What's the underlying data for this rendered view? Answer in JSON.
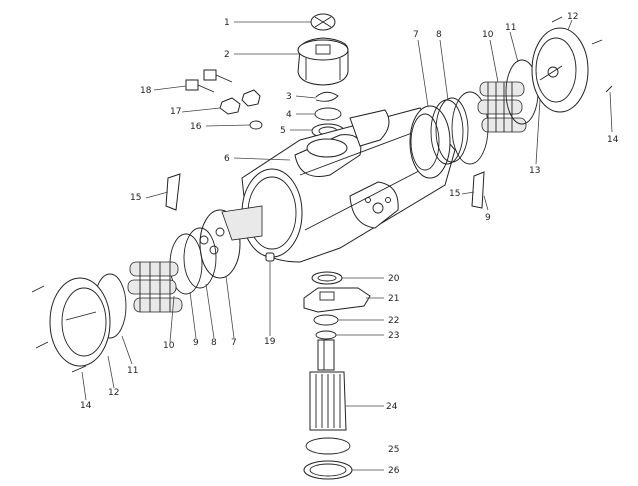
{
  "labels": {
    "l1": "1",
    "l2": "2",
    "l3": "3",
    "l4": "4",
    "l5": "5",
    "l6": "6",
    "l7a": "7",
    "l8a": "8",
    "l10a": "10",
    "l11a": "11",
    "l12a": "12",
    "l14a": "14",
    "l13": "13",
    "l15a": "15",
    "l9a": "9",
    "l15b": "15",
    "l16": "16",
    "l17": "17",
    "l18": "18",
    "l10b": "10",
    "l9b": "9",
    "l8b": "8",
    "l7b": "7",
    "l19": "19",
    "l11b": "11",
    "l12b": "12",
    "l14b": "14",
    "l20": "20",
    "l21": "21",
    "l22": "22",
    "l23": "23",
    "l24": "24",
    "l25": "25",
    "l26": "26"
  }
}
